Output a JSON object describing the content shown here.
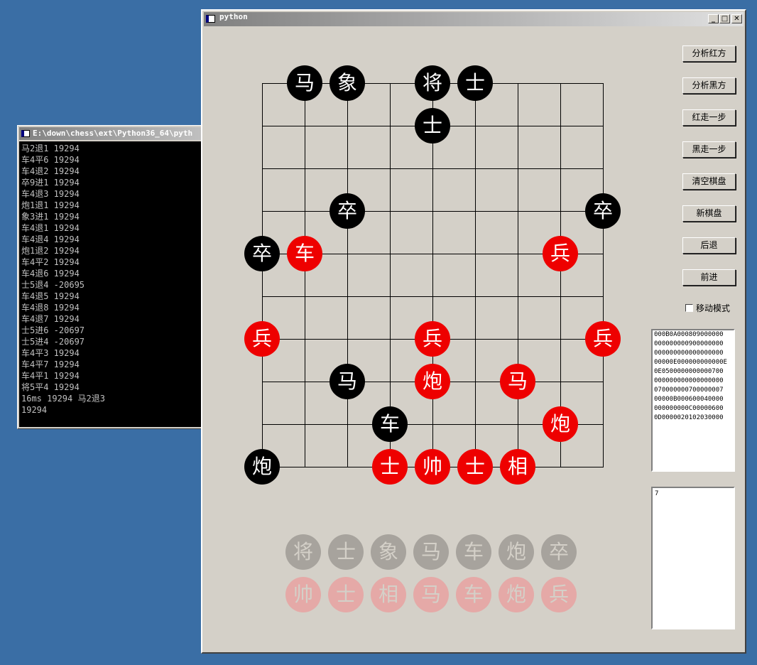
{
  "console": {
    "title": "E:\\down\\chess\\ext\\Python36_64\\pyth",
    "lines": [
      "马2退1 19294",
      "车4平6 19294",
      "车4退2 19294",
      "卒9进1 19294",
      "车4退3 19294",
      "炮1退1 19294",
      "象3进1 19294",
      "车4退1 19294",
      "车4退4 19294",
      "炮1退2 19294",
      "车4平2 19294",
      "车4退6 19294",
      "士5退4 -20695",
      "车4退5 19294",
      "车4退8 19294",
      "车4退7 19294",
      "士5进6 -20697",
      "士5进4 -20697",
      "车4平3 19294",
      "车4平7 19294",
      "车4平1 19294",
      "将5平4 19294",
      "16ms 19294 马2退3",
      "19294"
    ]
  },
  "window": {
    "title": "python",
    "min_label": "_",
    "max_label": "□",
    "close_label": "✕"
  },
  "board": {
    "pieces": [
      {
        "char": "马",
        "color": "black",
        "col": 1,
        "row": 0
      },
      {
        "char": "象",
        "color": "black",
        "col": 2,
        "row": 0
      },
      {
        "char": "将",
        "color": "black",
        "col": 4,
        "row": 0
      },
      {
        "char": "士",
        "color": "black",
        "col": 5,
        "row": 0
      },
      {
        "char": "士",
        "color": "black",
        "col": 4,
        "row": 1
      },
      {
        "char": "卒",
        "color": "black",
        "col": 2,
        "row": 3
      },
      {
        "char": "卒",
        "color": "black",
        "col": 8,
        "row": 3
      },
      {
        "char": "卒",
        "color": "black",
        "col": 0,
        "row": 4
      },
      {
        "char": "车",
        "color": "red",
        "col": 1,
        "row": 4
      },
      {
        "char": "兵",
        "color": "red",
        "col": 7,
        "row": 4
      },
      {
        "char": "兵",
        "color": "red",
        "col": 0,
        "row": 6
      },
      {
        "char": "兵",
        "color": "red",
        "col": 4,
        "row": 6
      },
      {
        "char": "兵",
        "color": "red",
        "col": 8,
        "row": 6
      },
      {
        "char": "马",
        "color": "black",
        "col": 2,
        "row": 7
      },
      {
        "char": "炮",
        "color": "red",
        "col": 4,
        "row": 7
      },
      {
        "char": "马",
        "color": "red",
        "col": 6,
        "row": 7
      },
      {
        "char": "车",
        "color": "black",
        "col": 3,
        "row": 8
      },
      {
        "char": "炮",
        "color": "red",
        "col": 7,
        "row": 8
      },
      {
        "char": "炮",
        "color": "black",
        "col": 0,
        "row": 9
      },
      {
        "char": "士",
        "color": "red",
        "col": 3,
        "row": 9
      },
      {
        "char": "帅",
        "color": "red",
        "col": 4,
        "row": 9
      },
      {
        "char": "士",
        "color": "red",
        "col": 5,
        "row": 9
      },
      {
        "char": "相",
        "color": "red",
        "col": 6,
        "row": 9
      }
    ]
  },
  "tray": {
    "black": [
      "将",
      "士",
      "象",
      "马",
      "车",
      "炮",
      "卒"
    ],
    "red": [
      "帅",
      "士",
      "相",
      "马",
      "车",
      "炮",
      "兵"
    ]
  },
  "buttons": {
    "analyze_red": "分析红方",
    "analyze_black": "分析黑方",
    "red_step": "红走一步",
    "black_step": "黑走一步",
    "clear_board": "清空棋盘",
    "new_board": "新棋盘",
    "undo": "后退",
    "redo": "前进"
  },
  "move_mode": {
    "label": "移动模式",
    "checked": false
  },
  "board_code": [
    "000B0A000809000000",
    "000000000900000000",
    "000000000000000000",
    "00000E000000000000E",
    "0E0500000000000700",
    "000000000000000000",
    "070000000700000007",
    "00000B000600040000",
    "000000000C00000600",
    "0D0000020102030000"
  ],
  "info_text": "7",
  "colors": {
    "desktop": "#3a6ea5",
    "window_face": "#d4d0c8",
    "red_piece": "#ee0000",
    "black_piece": "#000000"
  }
}
